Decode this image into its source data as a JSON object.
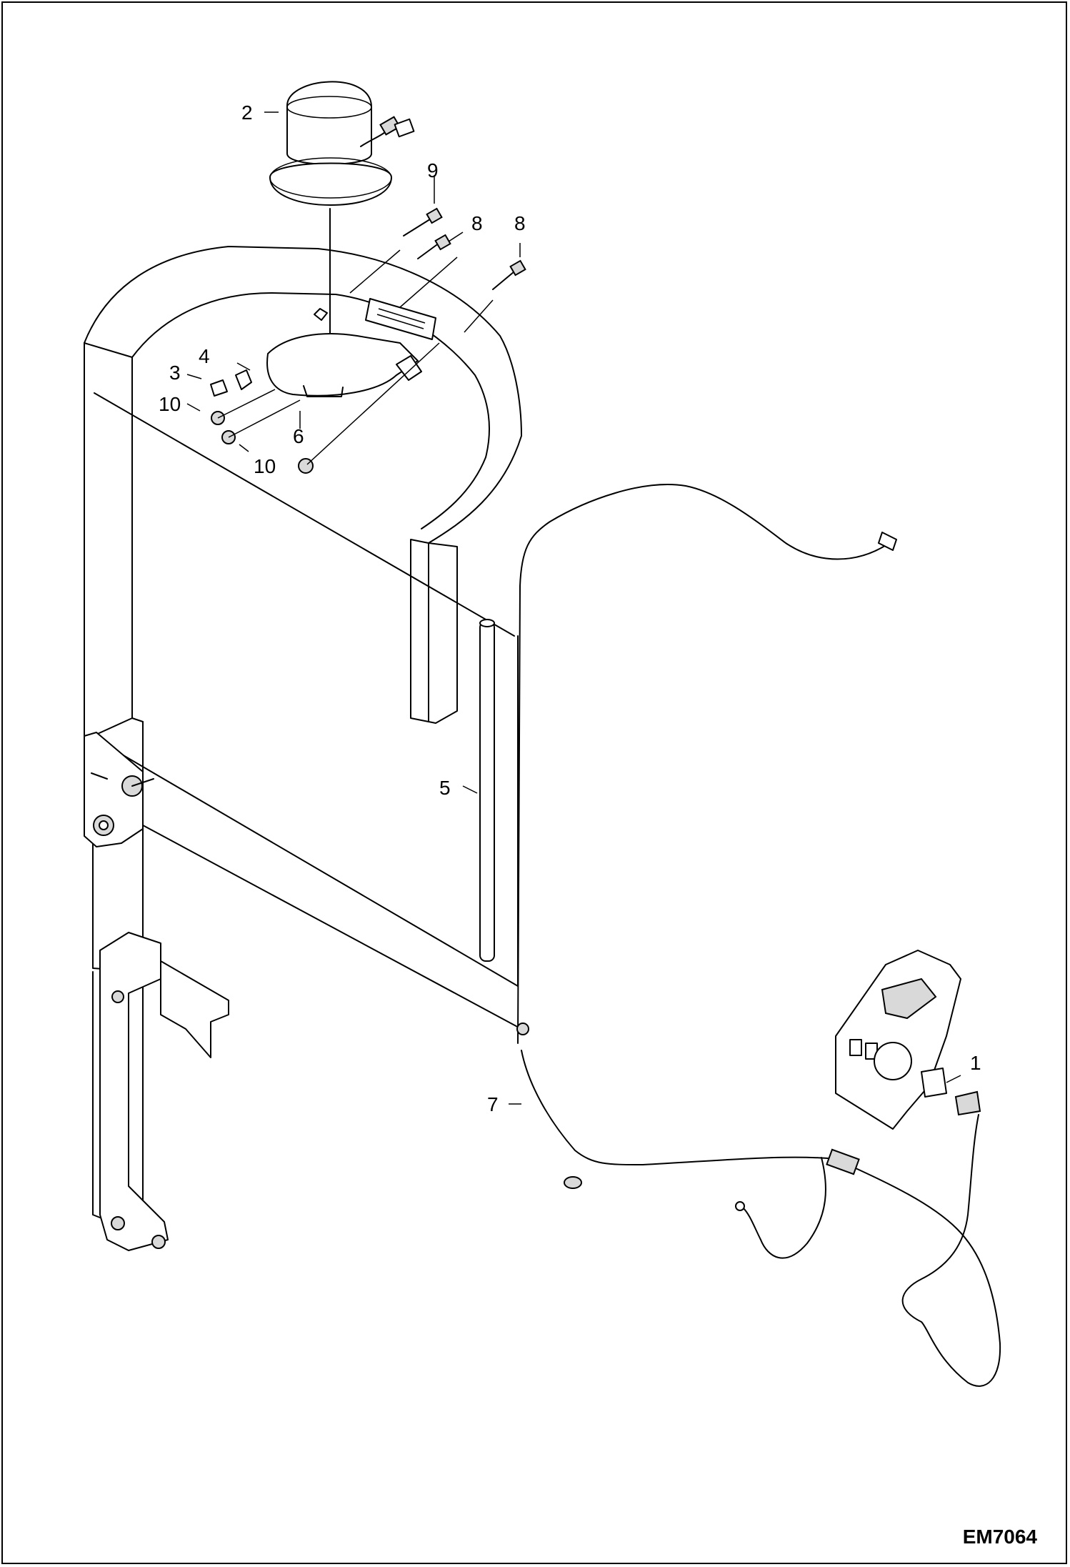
{
  "figure": {
    "id": "EM7064",
    "callouts": [
      {
        "part": "beacon",
        "text": "2"
      },
      {
        "part": "bolt-short",
        "text": "9"
      },
      {
        "part": "bolt-mid",
        "text": "8"
      },
      {
        "part": "bolt-right",
        "text": "8"
      },
      {
        "part": "clip",
        "text": "4"
      },
      {
        "part": "nut-upper",
        "text": "3"
      },
      {
        "part": "nut-left",
        "text": "10"
      },
      {
        "part": "bracket",
        "text": "6"
      },
      {
        "part": "nut-lower",
        "text": "10"
      },
      {
        "part": "post-tube",
        "text": "5"
      },
      {
        "part": "switch",
        "text": "1"
      },
      {
        "part": "harness",
        "text": "7"
      }
    ]
  }
}
